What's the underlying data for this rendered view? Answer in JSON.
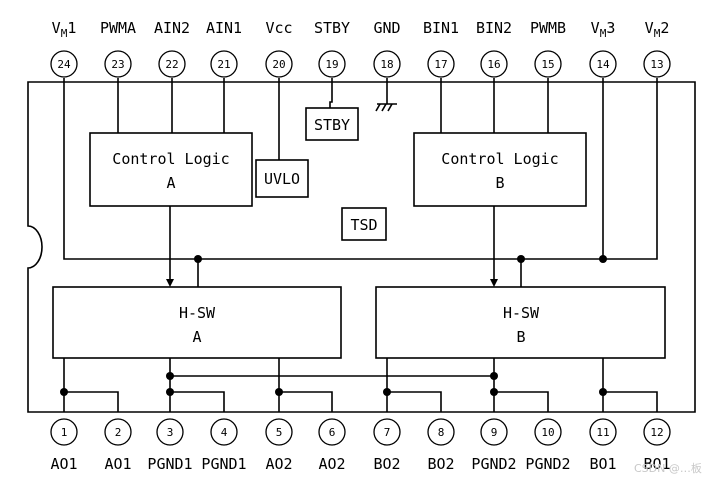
{
  "top_pins": [
    {
      "num": "24",
      "name": "VM1"
    },
    {
      "num": "23",
      "name": "PWMA"
    },
    {
      "num": "22",
      "name": "AIN2"
    },
    {
      "num": "21",
      "name": "AIN1"
    },
    {
      "num": "20",
      "name": "Vcc"
    },
    {
      "num": "19",
      "name": "STBY"
    },
    {
      "num": "18",
      "name": "GND"
    },
    {
      "num": "17",
      "name": "BIN1"
    },
    {
      "num": "16",
      "name": "BIN2"
    },
    {
      "num": "15",
      "name": "PWMB"
    },
    {
      "num": "14",
      "name": "VM3"
    },
    {
      "num": "13",
      "name": "VM2"
    }
  ],
  "bottom_pins": [
    {
      "num": "1",
      "name": "AO1"
    },
    {
      "num": "2",
      "name": "AO1"
    },
    {
      "num": "3",
      "name": "PGND1"
    },
    {
      "num": "4",
      "name": "PGND1"
    },
    {
      "num": "5",
      "name": "AO2"
    },
    {
      "num": "6",
      "name": "AO2"
    },
    {
      "num": "7",
      "name": "BO2"
    },
    {
      "num": "8",
      "name": "BO2"
    },
    {
      "num": "9",
      "name": "PGND2"
    },
    {
      "num": "10",
      "name": "PGND2"
    },
    {
      "num": "11",
      "name": "BO1"
    },
    {
      "num": "12",
      "name": "BO1"
    }
  ],
  "blocks": {
    "control_a": {
      "line1": "Control Logic",
      "line2": "A"
    },
    "control_b": {
      "line1": "Control Logic",
      "line2": "B"
    },
    "hsw_a": {
      "line1": "H-SW",
      "line2": "A"
    },
    "hsw_b": {
      "line1": "H-SW",
      "line2": "B"
    },
    "stby": "STBY",
    "uvlo": "UVLO",
    "tsd": "TSD"
  },
  "vm_prefix": "V",
  "vm_sub": "M",
  "watermark": "CSDN @…板"
}
